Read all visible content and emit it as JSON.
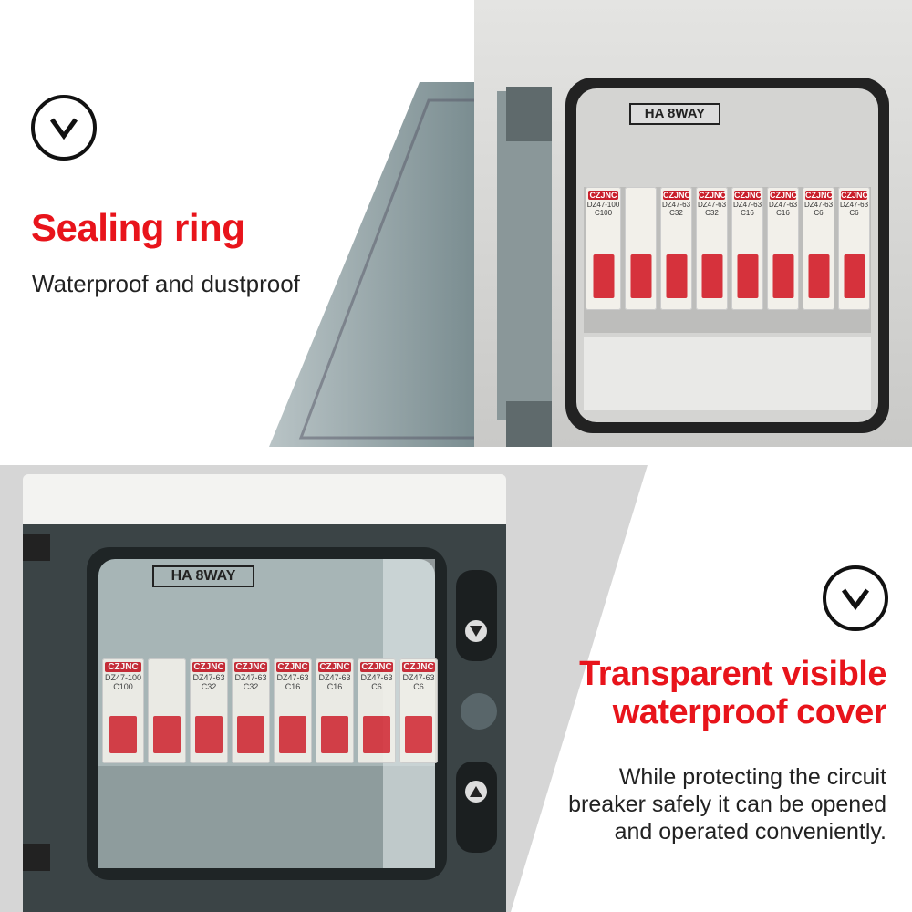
{
  "section_top": {
    "icon": "chevron-down-circle-icon",
    "title": "Sealing ring",
    "subtitle": "Waterproof and dustproof"
  },
  "section_bottom": {
    "icon": "chevron-down-circle-icon",
    "title_line1": "Transparent visible",
    "title_line2": "waterproof cover",
    "body_line1": "While protecting the circuit",
    "body_line2": "breaker safely it can be opened",
    "body_line3": "and operated conveniently."
  },
  "product": {
    "label": "HA 8WAY",
    "brand": "CZJNC",
    "breakers": [
      {
        "model": "DZ47-100",
        "rating": "C100"
      },
      {
        "model": "",
        "rating": ""
      },
      {
        "model": "DZ47-63",
        "rating": "C32"
      },
      {
        "model": "DZ47-63",
        "rating": "C32"
      },
      {
        "model": "DZ47-63",
        "rating": "C16"
      },
      {
        "model": "DZ47-63",
        "rating": "C16"
      },
      {
        "model": "DZ47-63",
        "rating": "C6"
      },
      {
        "model": "DZ47-63",
        "rating": "C6"
      }
    ]
  },
  "colors": {
    "accent": "#e8141b",
    "breaker_red": "#d6323c",
    "brand_red": "#c81e2a"
  }
}
